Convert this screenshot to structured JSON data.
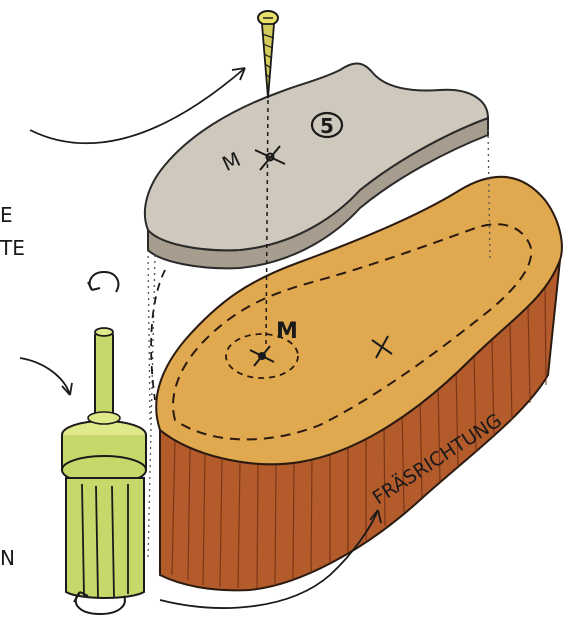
{
  "labels": {
    "template_number": "5",
    "center_mark_template": "M",
    "center_mark_blank": "M",
    "milling_direction": "FRÄSRICHTUNG",
    "left_fragment_top": "E",
    "left_fragment_mid": "TE",
    "left_fragment_bottom": "N"
  },
  "colors": {
    "template": "#cfc8bd",
    "template_shadow": "#a79d8f",
    "wood_top": "#e0a94f",
    "wood_side": "#b45b2c",
    "cutter": "#c6d86a",
    "ink": "#1a1a1a"
  },
  "icons": {
    "screw": "screw-icon",
    "rotation_top": "rotation-arrow-icon",
    "rotation_bottom": "rotation-arrow-icon"
  }
}
